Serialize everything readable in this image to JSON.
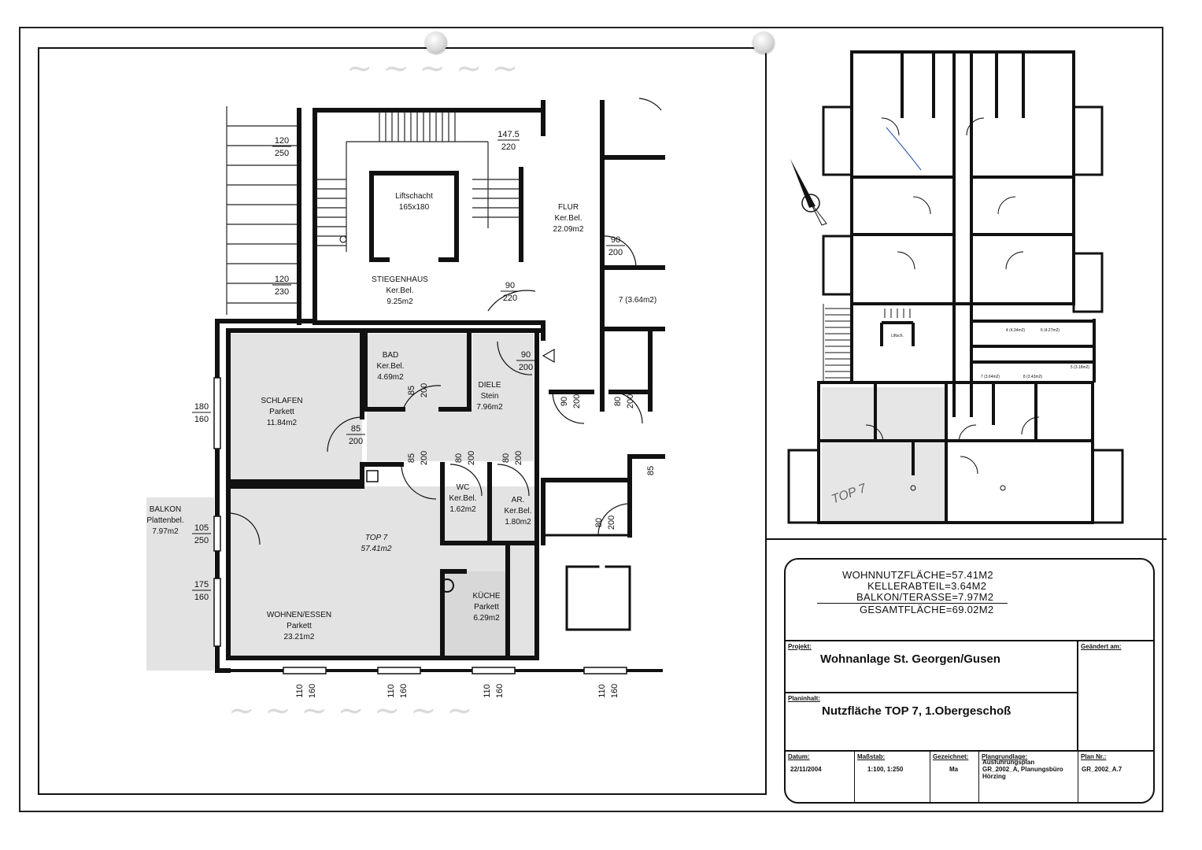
{
  "sheet": {
    "detail_plan": {
      "rooms": {
        "stiegenhaus": {
          "name": "STIEGENHAUS",
          "finish": "Ker.Bel.",
          "area": "9.25m2"
        },
        "liftschacht": {
          "name": "Liftschacht",
          "size": "165x180"
        },
        "flur": {
          "name": "FLUR",
          "finish": "Ker.Bel.",
          "area": "22.09m2"
        },
        "kellerabteil": {
          "label": "7 (3.64m2)"
        },
        "schlafen": {
          "name": "SCHLAFEN",
          "finish": "Parkett",
          "area": "11.84m2"
        },
        "bad": {
          "name": "BAD",
          "finish": "Ker.Bel.",
          "area": "4.69m2"
        },
        "diele": {
          "name": "DIELE",
          "finish": "Stein",
          "area": "7.96m2"
        },
        "wc": {
          "name": "WC",
          "finish": "Ker.Bel.",
          "area": "1.62m2"
        },
        "ar": {
          "name": "AR.",
          "finish": "Ker.Bel.",
          "area": "1.80m2"
        },
        "top7": {
          "name": "TOP 7",
          "area": "57.41m2"
        },
        "balkon": {
          "name": "BALKON",
          "finish": "Plattenbel.",
          "area": "7.97m2"
        },
        "wohnen": {
          "name": "WOHNEN/ESSEN",
          "finish": "Parkett",
          "area": "23.21m2"
        },
        "kueche": {
          "name": "KÜCHE",
          "finish": "Parkett",
          "area": "6.29m2"
        }
      },
      "dimensions": {
        "w_top_upper": [
          "120",
          "250"
        ],
        "w_top_lower": [
          "120",
          "230"
        ],
        "w_stair_right": [
          "147.5",
          "220"
        ],
        "d_flur_right": [
          "90",
          "200"
        ],
        "d_stiegenhaus": [
          "90",
          "220"
        ],
        "d_entry": [
          "90",
          "200"
        ],
        "d_bad": [
          "85",
          "200"
        ],
        "d_schlafen": [
          "85",
          "200"
        ],
        "d_diele_a": [
          "85",
          "200"
        ],
        "d_diele_b": [
          "80",
          "200"
        ],
        "d_diele_c": [
          "80",
          "200"
        ],
        "d_corr_a": [
          "90",
          "200"
        ],
        "d_corr_b": [
          "80",
          "200"
        ],
        "d_corr_c": [
          "80",
          "200"
        ],
        "d_right_85": "85",
        "w_schlafen": [
          "180",
          "160"
        ],
        "w_balkon_door": [
          "105",
          "250"
        ],
        "w_wohnen": [
          "175",
          "160"
        ],
        "w_bottom": [
          "110",
          "160"
        ]
      }
    },
    "overview": {
      "label_top7": "TOP 7",
      "storage_labels": [
        "4 (4.34m2)",
        "6 (4.27m2)",
        "7 (3.64m2)",
        "8 (3.43m2)",
        "5 (3.18m2)"
      ],
      "lift_label": "Liftsch."
    },
    "areas": {
      "line1": "WOHNNUTZFLÄCHE=57.41M2",
      "line2": "KELLERABTEIL=3.64M2",
      "line3": "BALKON/TERASSE=7.97M2",
      "line4": "GESAMTFLÄCHE=69.02M2"
    },
    "titleblock": {
      "projekt_label": "Projekt:",
      "projekt": "Wohnanlage St. Georgen/Gusen",
      "geaendert_label": "Geändert am:",
      "planinhalt_label": "Planinhalt:",
      "planinhalt": "Nutzfläche TOP 7, 1.Obergeschoß",
      "datum_label": "Datum:",
      "datum": "22/11/2004",
      "massstab_label": "Maßstab:",
      "massstab": "1:100, 1:250",
      "gezeichnet_label": "Gezeichnet:",
      "gezeichnet": "Ma",
      "plangrundlage_label": "Plangrundlage:",
      "plangrundlage_1": "Ausführungsplan",
      "plangrundlage_2": "GR_2002_A, Planungsbüro",
      "plangrundlage_3": "Hörzing",
      "plannr_label": "Plan Nr.:",
      "plannr": "GR_2002_A.7"
    }
  }
}
